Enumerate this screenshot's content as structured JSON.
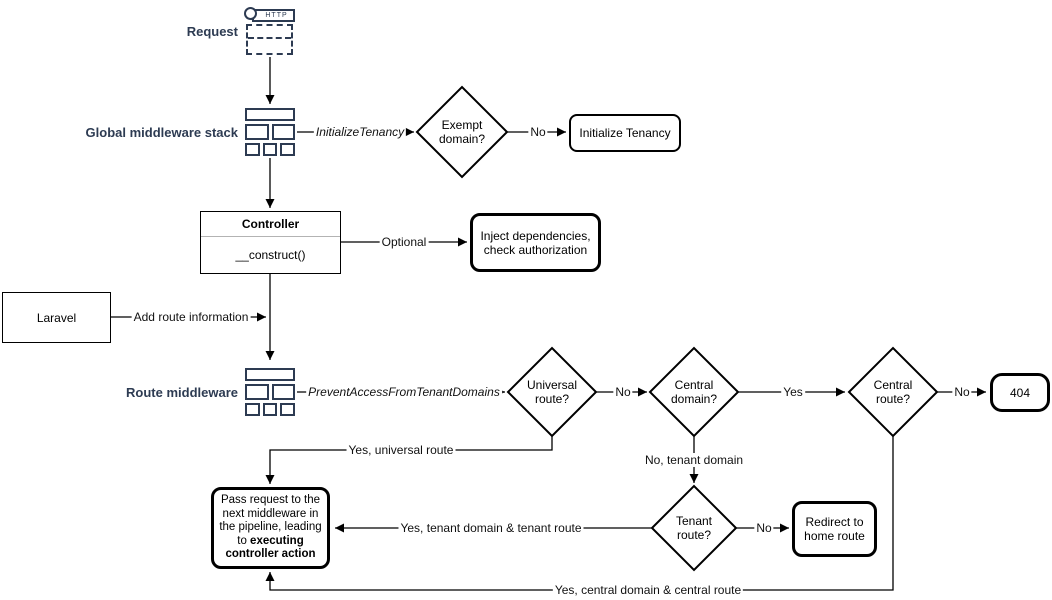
{
  "colors": {
    "navy": "#2d3b52",
    "line": "#000000"
  },
  "side_labels": {
    "request": "Request",
    "global_middleware_stack": "Global middleware stack",
    "route_middleware": "Route middleware"
  },
  "icons": {
    "http_label": "HTTP"
  },
  "nodes": {
    "exempt_domain": "Exempt domain?",
    "initialize_tenancy": "Initialize Tenancy",
    "controller_title": "Controller",
    "controller_method": "__construct()",
    "inject_dependencies": "Inject dependencies, check authorization",
    "laravel": "Laravel",
    "universal_route": "Universal route?",
    "central_domain": "Central domain?",
    "central_route": "Central route?",
    "not_found": "404",
    "tenant_route": "Tenant route?",
    "redirect_home": "Redirect to home route",
    "pass_request_text": "Pass request to the next middleware in the pipeline, leading to ",
    "pass_request_bold": "executing controller action"
  },
  "edge_labels": {
    "initialize_tenancy_middleware": "InitializeTenancy",
    "exempt_no": "No",
    "optional": "Optional",
    "add_route_information": "Add route information",
    "prevent_access_middleware": "PreventAccessFromTenantDomains",
    "universal_no": "No",
    "central_domain_yes": "Yes",
    "central_route_no": "No",
    "universal_yes": "Yes, universal route",
    "tenant_domain_no": "No, tenant domain",
    "tenant_route_no": "No",
    "tenant_yes": "Yes, tenant domain & tenant route",
    "central_yes": "Yes, central domain & central route"
  }
}
